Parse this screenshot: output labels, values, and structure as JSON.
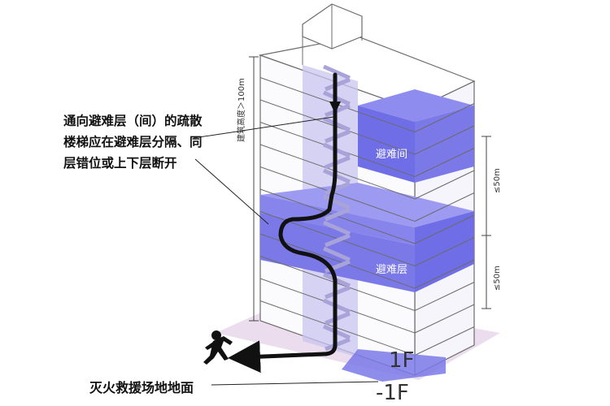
{
  "callout": {
    "lines": [
      "通向避难层（间）的疏散",
      "楼梯应在避难层分隔、同",
      "层错位或上下层断开"
    ]
  },
  "labels": {
    "refuge_room": "避难间",
    "refuge_floor": "避难层",
    "floor_1": "1F",
    "floor_b1": "-1F",
    "ground": "灭火救援场地地面",
    "height_note": "建筑高度＞100m",
    "spacing_top": "≤50m",
    "spacing_bottom": "≤50m"
  },
  "icons": {
    "runner": "running-person-icon",
    "arrow": "arrow-icon"
  },
  "colors": {
    "refuge": "#6f6ee6",
    "stair_shaft": "#c9c4ef",
    "ground_plane": "#e9d9ec",
    "outline": "#6b6b6b",
    "path": "#111111"
  }
}
